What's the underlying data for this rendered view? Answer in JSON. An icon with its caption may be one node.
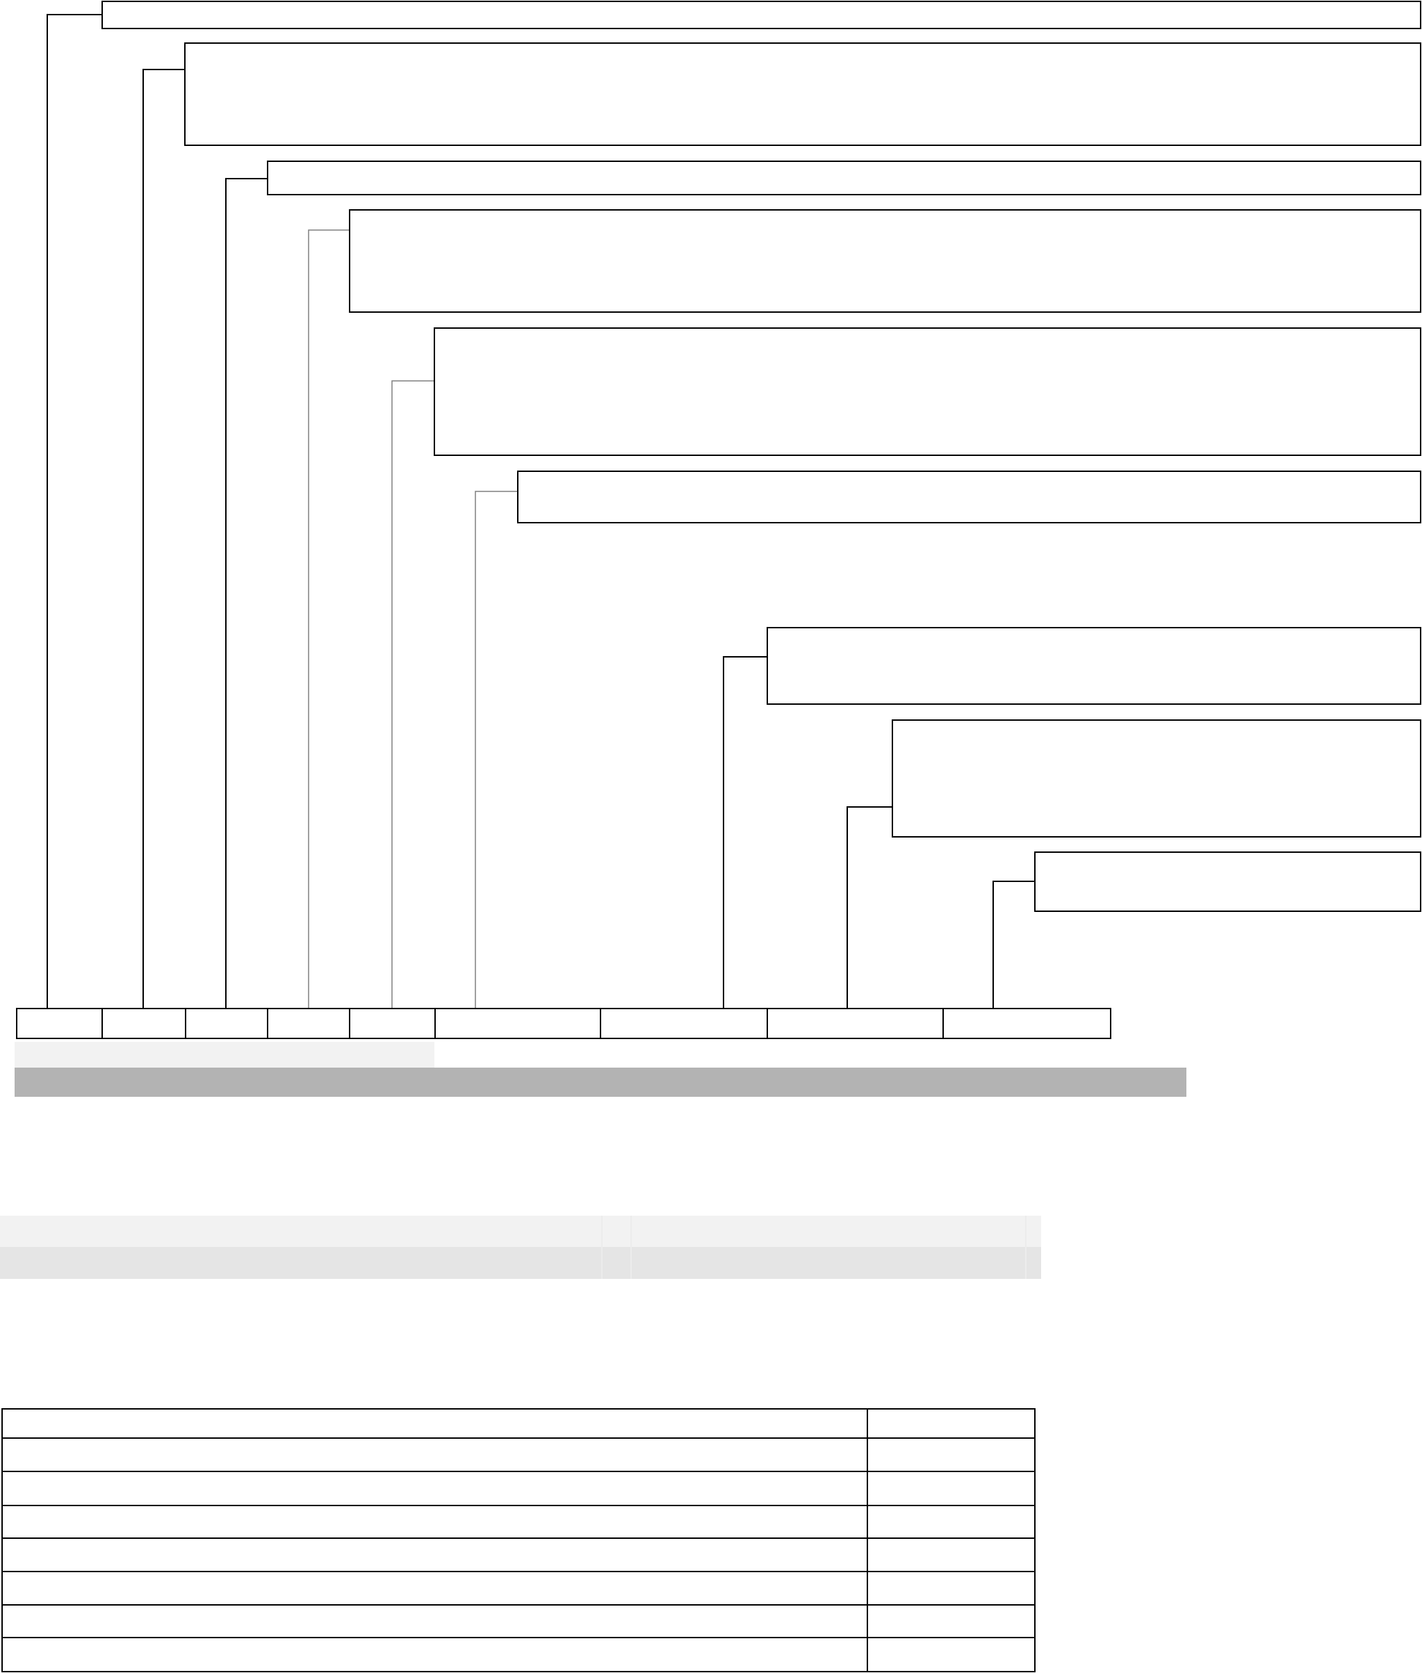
{
  "diagram": {
    "nodes": [
      {
        "text": [],
        "shape": "box"
      },
      {
        "text": [],
        "shape": "box"
      },
      {
        "text": [],
        "shape": "box"
      },
      {
        "text": [],
        "shape": "box"
      },
      {
        "text": [],
        "shape": "box"
      },
      {
        "text": [],
        "shape": "box"
      },
      {
        "text": [],
        "shape": "box"
      },
      {
        "text": [],
        "shape": "box"
      },
      {
        "text": [],
        "shape": "box"
      },
      {
        "text": [],
        "shape": "box"
      },
      {
        "text": [],
        "shape": "box"
      },
      {
        "text": [],
        "shape": "box"
      },
      {
        "text": [],
        "shape": "box"
      },
      {
        "text": [],
        "shape": "box"
      },
      {
        "text": [],
        "shape": "box"
      },
      {
        "text": [],
        "shape": "box"
      },
      {
        "text": [],
        "shape": "box"
      },
      {
        "text": [],
        "shape": "box"
      },
      {
        "text": [],
        "shape": "bar"
      },
      {
        "text": [],
        "shape": "bar"
      }
    ],
    "edges": [
      {
        "from": 9,
        "to": 0,
        "arrow": "none"
      },
      {
        "from": 10,
        "to": 1,
        "arrow": "none"
      },
      {
        "from": 11,
        "to": 2,
        "arrow": "none"
      },
      {
        "from": 12,
        "to": 3,
        "arrow": "none",
        "color": "#808080"
      },
      {
        "from": 13,
        "to": 4,
        "arrow": "none",
        "color": "#808080"
      },
      {
        "from": 14,
        "to": 5,
        "arrow": "none",
        "color": "#808080"
      },
      {
        "from": 15,
        "to": 6,
        "arrow": "none"
      },
      {
        "from": 16,
        "to": 7,
        "arrow": "none"
      },
      {
        "from": 17,
        "to": 8,
        "arrow": "none"
      }
    ]
  }
}
